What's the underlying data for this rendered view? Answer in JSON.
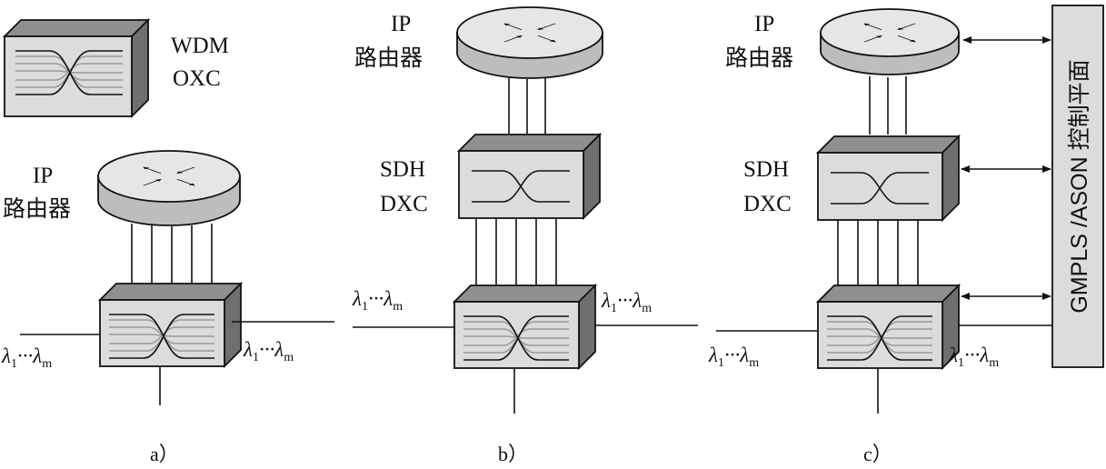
{
  "legend": {
    "line1": "WDM",
    "line2": "OXC"
  },
  "panel_a": {
    "router_label": {
      "line1": "IP",
      "line2": "路由器"
    },
    "lambda_left": {
      "first": "1",
      "dots": "···",
      "last": "m"
    },
    "lambda_right": {
      "first": "1",
      "dots": "···",
      "last": "m"
    },
    "caption": "a）"
  },
  "panel_b": {
    "router_label": {
      "line1": "IP",
      "line2": "路由器"
    },
    "dxc_label": {
      "line1": "SDH",
      "line2": "DXC"
    },
    "lambda_left": {
      "first": "1",
      "dots": "···",
      "last": "m"
    },
    "lambda_right": {
      "first": "1",
      "dots": "···",
      "last": "m"
    },
    "caption": "b）"
  },
  "panel_c": {
    "router_label": {
      "line1": "IP",
      "line2": "路由器"
    },
    "dxc_label": {
      "line1": "SDH",
      "line2": "DXC"
    },
    "lambda_left": {
      "first": "1",
      "dots": "···",
      "last": "m"
    },
    "lambda_right": {
      "first": "1",
      "dots": "···",
      "last": "m"
    },
    "caption": "c）"
  },
  "control_plane": {
    "label": "GMPLS /ASON 控制平面"
  },
  "lambda_symbol": "λ",
  "colors": {
    "box_front": "#dcdcdc",
    "box_top": "#8f8f8f",
    "box_side": "#6f6f6f",
    "router_top": "#e6e6e6",
    "router_side": "#bdbdbd",
    "control_plane": "#dcdcdc"
  }
}
